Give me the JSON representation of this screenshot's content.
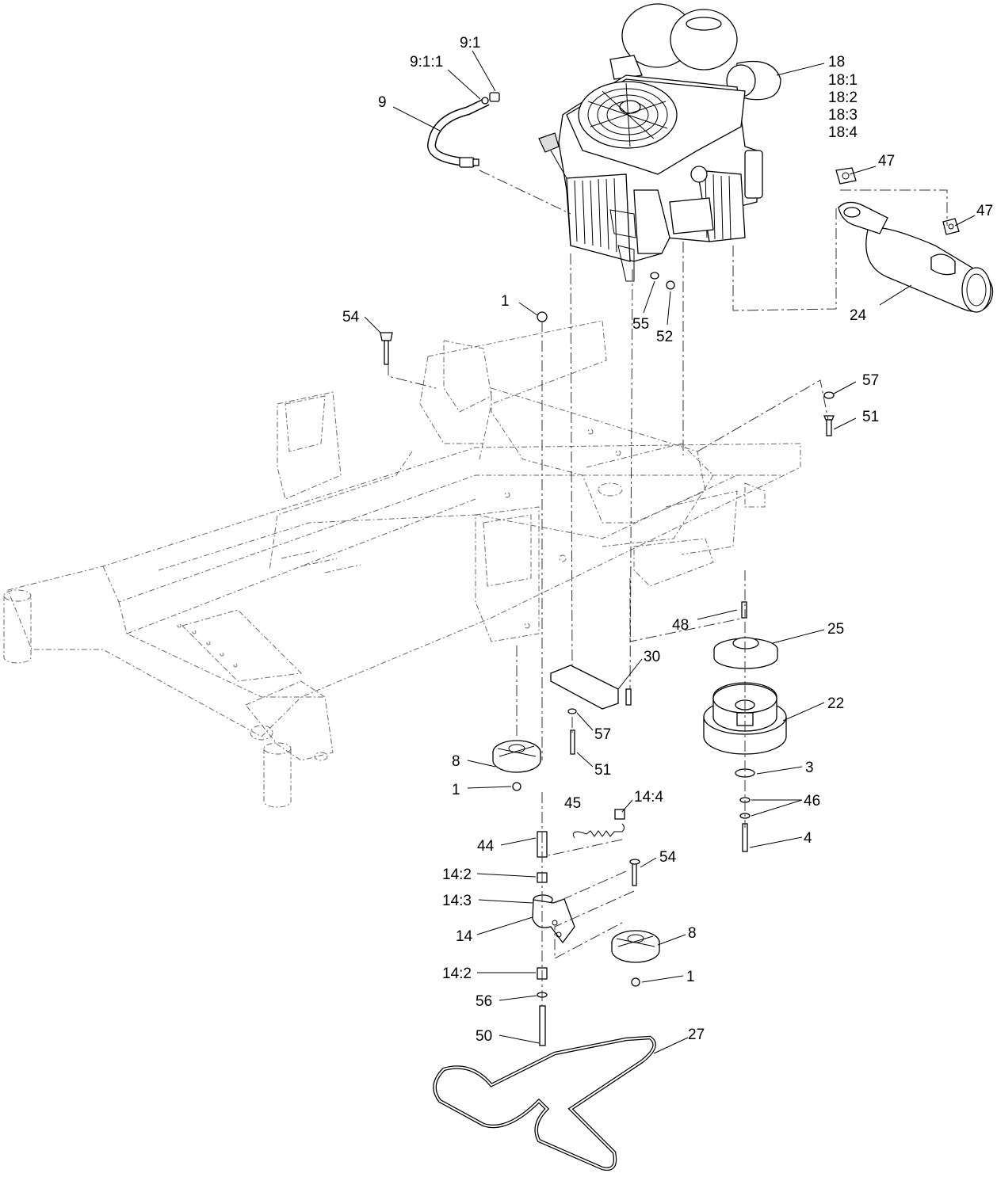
{
  "diagram": {
    "callouts": {
      "p9_1": "9:1",
      "p9_1_1": "9:1:1",
      "p9": "9",
      "p18": "18",
      "p18_1": "18:1",
      "p18_2": "18:2",
      "p18_3": "18:3",
      "p18_4": "18:4",
      "p47a": "47",
      "p47b": "47",
      "p24": "24",
      "p1a": "1",
      "p54a": "54",
      "p55": "55",
      "p52": "52",
      "p57a": "57",
      "p51a": "51",
      "p48": "48",
      "p25": "25",
      "p30": "30",
      "p22": "22",
      "p57b": "57",
      "p51b": "51",
      "p8a": "8",
      "p1b": "1",
      "p3": "3",
      "p46": "46",
      "p45": "45",
      "p14_4": "14:4",
      "p44": "44",
      "p4": "4",
      "p54b": "54",
      "p14_2a": "14:2",
      "p14_3": "14:3",
      "p14": "14",
      "p8b": "8",
      "p14_2b": "14:2",
      "p1c": "1",
      "p56": "56",
      "p50": "50",
      "p27": "27"
    }
  }
}
